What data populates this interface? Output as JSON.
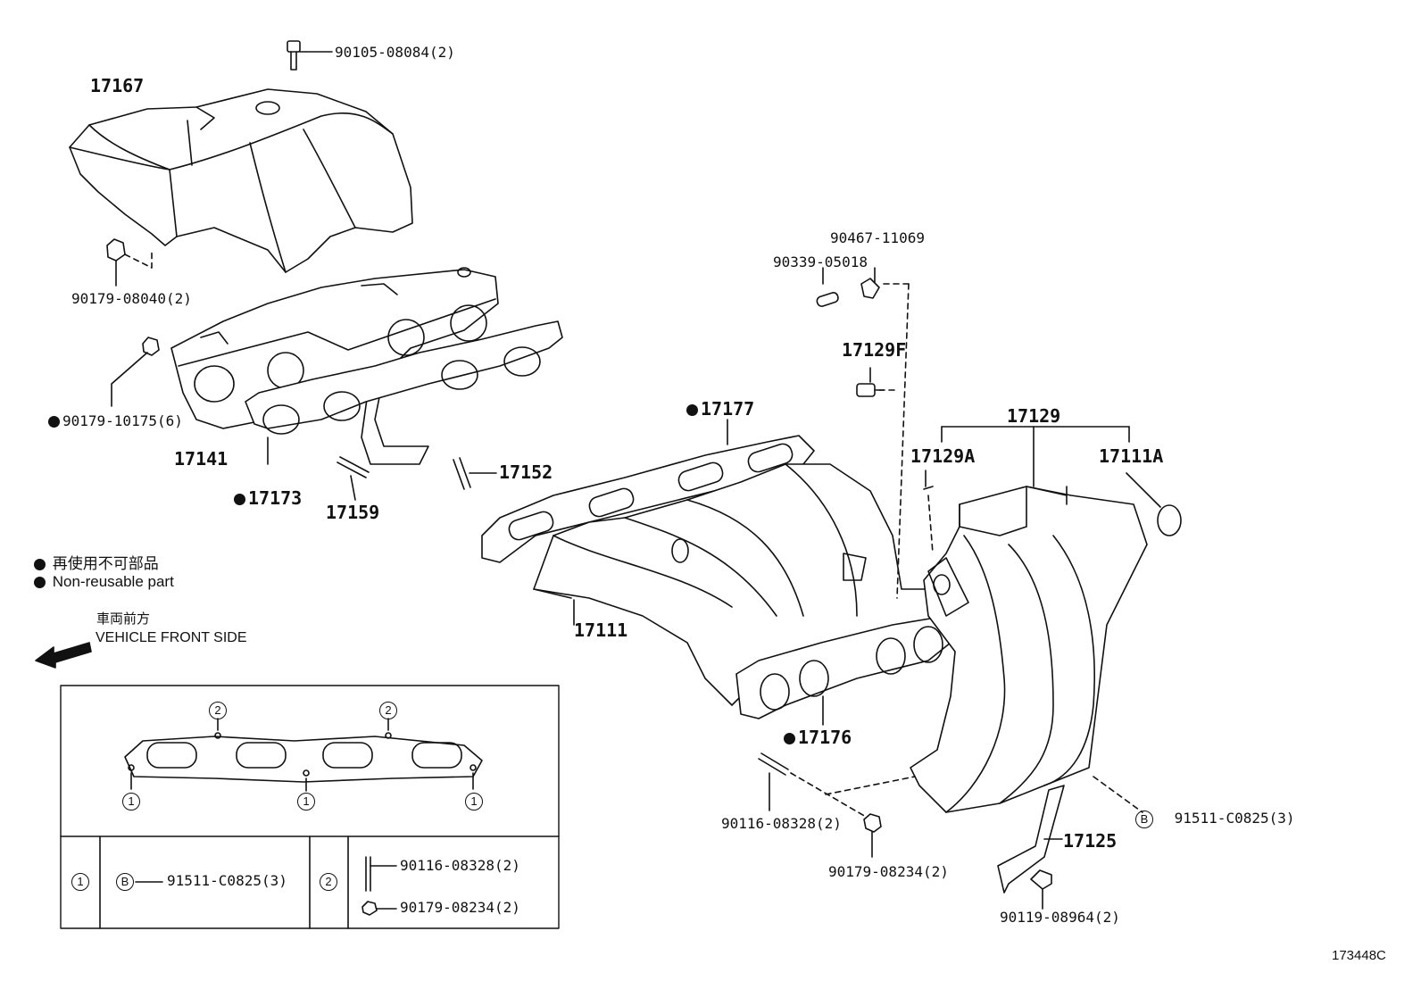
{
  "parts": {
    "p17167": "17167",
    "p90105": "90105-08084(2)",
    "p90179_08040": "90179-08040(2)",
    "p90179_10175": "90179-10175(6)",
    "p17141": "17141",
    "p17173": "17173",
    "p17159": "17159",
    "p17152": "17152",
    "p17177": "17177",
    "p90467": "90467-11069",
    "p90339": "90339-05018",
    "p17129F": "17129F",
    "p17129": "17129",
    "p17129A": "17129A",
    "p17111A": "17111A",
    "p17111": "17111",
    "p17176": "17176",
    "p90116": "90116-08328(2)",
    "p90179_08234": "90179-08234(2)",
    "p91511": "91511-C0825(3)",
    "p17125": "17125",
    "p90119": "90119-08964(2)"
  },
  "legend": {
    "jp": "再使用不可部品",
    "en": "Non-reusable part",
    "front_jp": "車両前方",
    "front_en": "VEHICLE FRONT SIDE"
  },
  "inset": {
    "marker1": "1",
    "marker2": "2",
    "markerB": "B",
    "row1_part": "91511-C0825(3)",
    "row2_part_a": "90116-08328(2)",
    "row2_part_b": "90179-08234(2)"
  },
  "figure_id": "173448C"
}
